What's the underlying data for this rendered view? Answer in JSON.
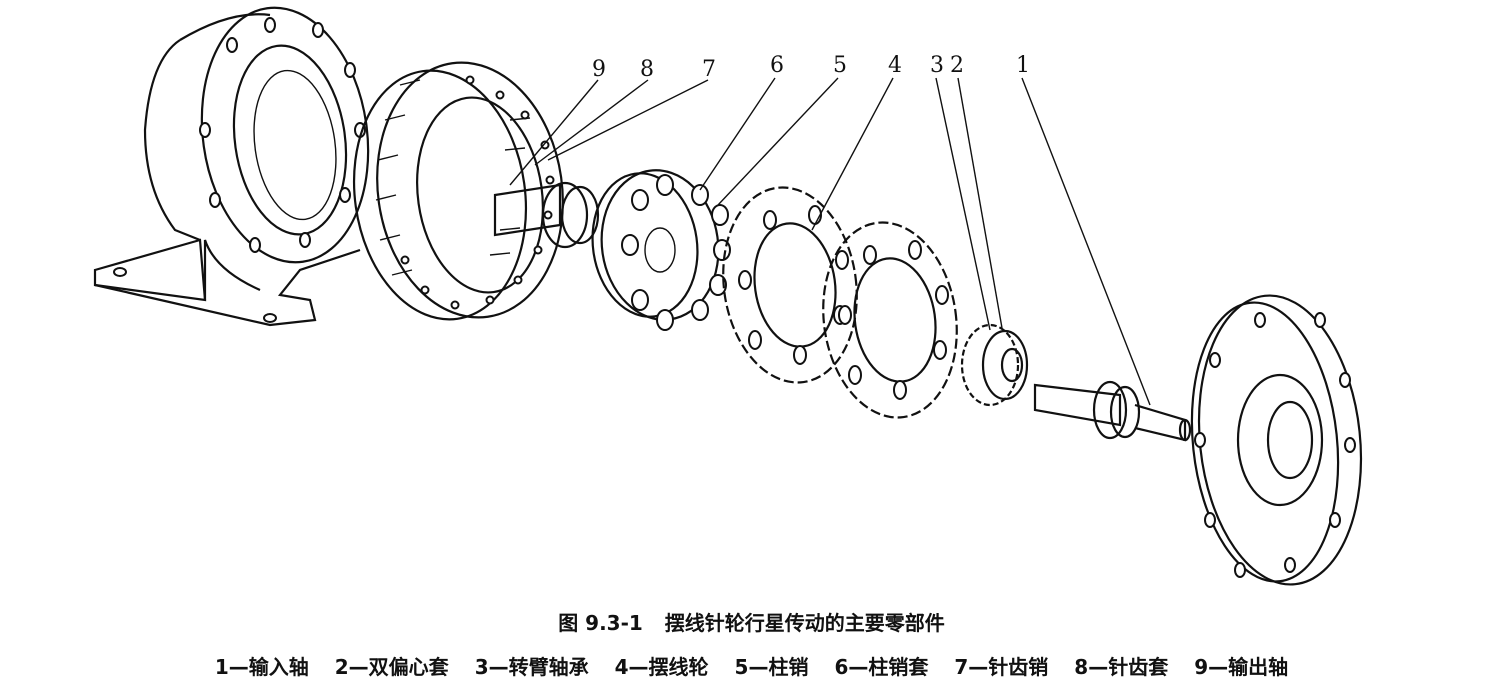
{
  "figure": {
    "number": "图 9.3-1",
    "title": "摆线针轮行星传动的主要零部件"
  },
  "callouts": [
    "9",
    "8",
    "7",
    "6",
    "5",
    "4",
    "3",
    "2",
    "1"
  ],
  "legend": [
    "1—输入轴",
    "2—双偏心套",
    "3—转臂轴承",
    "4—摆线轮",
    "5—柱销",
    "6—柱销套",
    "7—针齿销",
    "8—针齿套",
    "9—输出轴"
  ]
}
